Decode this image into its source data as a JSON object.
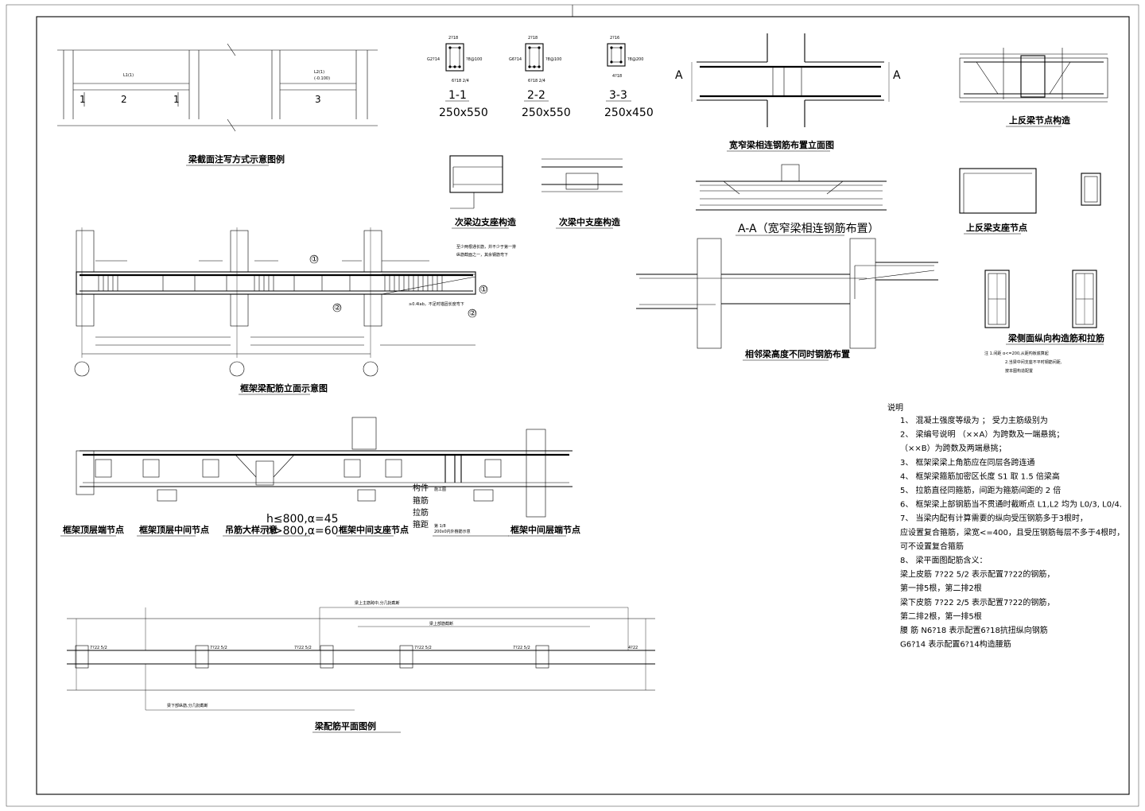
{
  "titles": {
    "beam_section_notation": "梁截面注写方式示意图例",
    "frame_beam_elevation": "框架梁配筋立面示意图",
    "secondary_edge_support": "次梁边支座构造",
    "secondary_mid_support": "次梁中支座构造",
    "wide_narrow_elevation": "宽窄梁相连钢筋布置立面图",
    "aa_section": "A-A（宽窄梁相连钢筋布置）",
    "upturned_node": "上反梁节点构造",
    "upturned_support": "上反梁支座节点",
    "adjacent_height_diff": "相邻梁高度不同时钢筋布置",
    "side_bars": "梁侧面纵向构造筋和拉筋",
    "top_end_node": "框架顶层端节点",
    "top_mid_node": "框架顶层中间节点",
    "hanger_bar": "吊筋大样示意",
    "mid_support_node": "框架中间支座节点",
    "stirrup_detail": "200x0内外箍筋示意",
    "mid_end_node": "框架中间层端节点",
    "plan_legend": "梁配筋平面图例"
  },
  "sections": [
    {
      "label": "1-1",
      "size": "250x550",
      "top": "2?18",
      "bottom": "6?18 2/4",
      "left": "G2?14",
      "right": "?8@100"
    },
    {
      "label": "2-2",
      "size": "250x550",
      "top": "2?18",
      "bottom": "6?18 2/4",
      "left": "G6?14",
      "right": "?8@100"
    },
    {
      "label": "3-3",
      "size": "250x450",
      "top": "2?16",
      "bottom": "4?18",
      "left": "",
      "right": "?8@200"
    }
  ],
  "markers": {
    "a_left": "A",
    "a_right": "A",
    "c1": "1",
    "c2": "2",
    "c3": "1",
    "c4": "3",
    "circ1": "①",
    "circ2": "②"
  },
  "hanger": {
    "line1": "h≤800,α=45",
    "line2": "h>800,α=60"
  },
  "elevation_notes": {
    "n1": "至少两根通长筋，并不少于第一排",
    "n2": "纵筋截面之一，其余钢筋弯下",
    "n3": "≥0.4lab，不足时锚固长度弯下"
  },
  "side_bar_notes": {
    "n1": "注 1.间距 α<=200,从距构板底算起",
    "n2": "2.当梁中间支座不平时钢筋间距,",
    "n3": "按本图构造配置"
  },
  "plan_notes": {
    "a": "梁上主筋跨中,分几批截断",
    "b": "梁下部纵筋,分几批截断",
    "c": "梁上部筋截断",
    "dims": [
      "7?22 5/2",
      "7?22 5/2",
      "7?22 5/2",
      "7?22 5/2",
      "7?22 5/2",
      "4?22"
    ]
  },
  "stirrup_table": [
    {
      "k": "构件",
      "v": "施工图"
    },
    {
      "k": "箍筋",
      "v": ""
    },
    {
      "k": "拉筋",
      "v": ""
    },
    {
      "k": "箍距",
      "v": "第 1/8"
    }
  ],
  "notes": {
    "heading": "说明",
    "items": [
      "1、 混凝土强度等级为      ； 受力主筋级别为",
      "2、 梁编号说明 （××A）为跨数及一端悬挑；",
      "                   （××B）为跨数及两端悬挑；",
      "3、 框架梁梁上角筋应在同层各跨连通",
      "4、 框架梁箍筋加密区长度  S1  取  1.5  倍梁高",
      "5、 拉筋直径同箍筋，间距为箍筋间距的  2  倍",
      "6、 框架梁上部钢筋当不贯通时截断点  L1,L2 均为 L0/3,  L0/4.",
      "7、 当梁内配有计算需要的纵向受压钢筋多于3根时，",
      "      应设置复合箍筋，梁宽<=400，且受压钢筋每层不多于4根时，",
      "      可不设置复合箍筋",
      "8、 梁平面图配筋含义：",
      "      梁上皮筋   7?22  5/2   表示配置7?22的钢筋，",
      "                                    第一排5根，第二排2根",
      "      梁下皮筋   7?22  2/5   表示配置7?22的钢筋，",
      "                                    第二排2根，第一排5根",
      "      腰      筋   N6?18   表示配置6?18抗扭纵向钢筋",
      "                    G6?14   表示配置6?14构造腰筋"
    ]
  }
}
